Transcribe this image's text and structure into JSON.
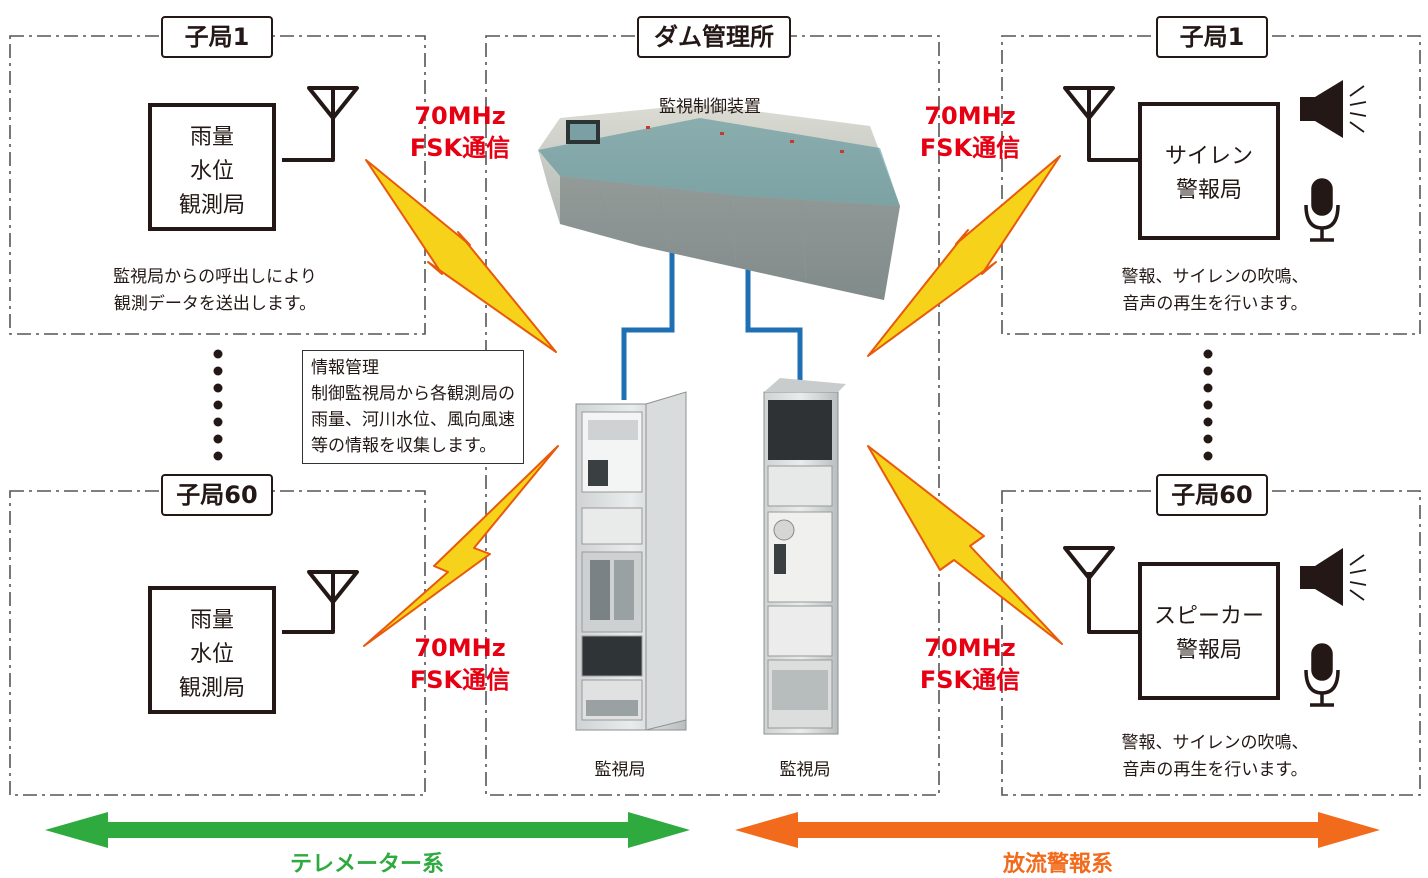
{
  "left_top": {
    "title": "子局1",
    "station_lines": [
      "雨量",
      "水位",
      "観測局"
    ],
    "desc_lines": [
      "監視局からの呼出しにより",
      "観測データを送出します。"
    ]
  },
  "left_bottom": {
    "title": "子局60",
    "station_lines": [
      "雨量",
      "水位",
      "観測局"
    ]
  },
  "center": {
    "title": "ダム管理所",
    "console_caption": "監視制御装置",
    "rack_left_caption": "監視局",
    "rack_right_caption": "監視局"
  },
  "right_top": {
    "title": "子局1",
    "station_lines": [
      "サイレン",
      "警報局"
    ],
    "desc_lines": [
      "警報、サイレンの吹鳴、",
      "音声の再生を行います。"
    ]
  },
  "right_bottom": {
    "title": "子局60",
    "station_lines": [
      "スピーカー",
      "警報局"
    ],
    "desc_lines": [
      "警報、サイレンの吹鳴、",
      "音声の再生を行います。"
    ]
  },
  "links": {
    "freq_line1": "70MHz",
    "freq_line2": "FSK通信"
  },
  "info_note": {
    "lines": [
      "情報管理",
      "制御監視局から各観測局の",
      "雨量、河川水位、風向風速",
      "等の情報を収集します。"
    ]
  },
  "systems": {
    "telemeter": "テレメーター系",
    "discharge_warning": "放流警報系"
  },
  "colors": {
    "telemeter": "#2eaa3f",
    "warning": "#f26b1d",
    "freq_text": "#e60012",
    "lightning_fill": "#f7d21b",
    "lightning_stroke": "#e8590c",
    "cable": "#1e6fb4"
  },
  "icons": [
    "antenna-icon",
    "speaker-icon",
    "microphone-icon",
    "lightning-icon"
  ]
}
